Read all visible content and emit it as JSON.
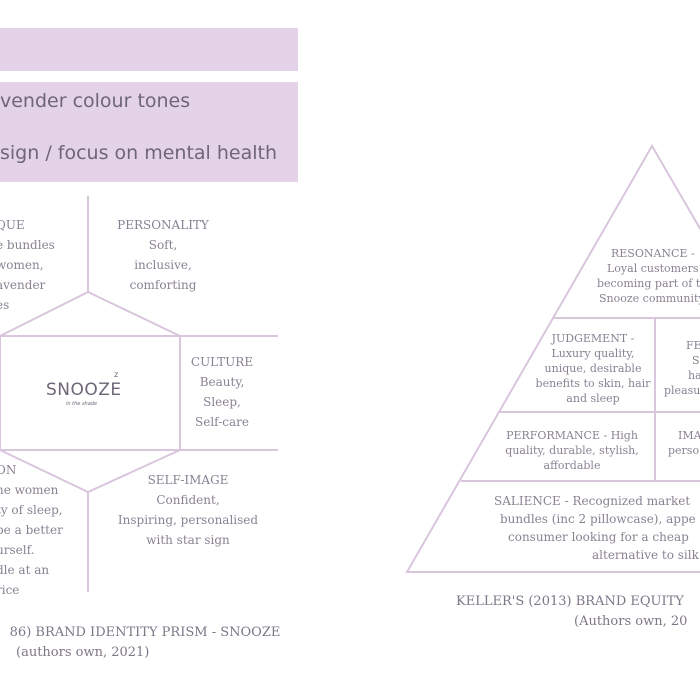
{
  "bands": {
    "line1": "vender colour tones",
    "line2": "sign / focus on mental health"
  },
  "prism": {
    "top_left": {
      "title": "QUE",
      "lines": [
        "e bundles",
        "women,",
        "avender",
        "es"
      ]
    },
    "personality": {
      "title": "PERSONALITY",
      "lines": [
        "Soft,",
        "inclusive,",
        "comforting"
      ]
    },
    "culture": {
      "title": "CULTURE",
      "lines": [
        "Beauty,",
        "Sleep,",
        "Self-care"
      ]
    },
    "self_image": {
      "title": "SELF-IMAGE",
      "lines": [
        "Confident,",
        "Inspiring, personalised",
        "with star sign"
      ]
    },
    "bottom_left": {
      "title": "ON",
      "lines": [
        "he women",
        "ty of sleep,",
        "be a better",
        "urself.",
        "dle at an",
        "rice"
      ]
    },
    "logo": {
      "name": "SNOOZE",
      "sup": "z",
      "sub": "in the shade"
    },
    "caption": [
      "86) BRAND IDENTITY PRISM - SNOOZE",
      "(authors own, 2021)"
    ]
  },
  "pyramid": {
    "resonance": [
      "RESONANCE -",
      "Loyal customers",
      "becoming part of th",
      "Snooze community"
    ],
    "judgement": [
      "JUDGEMENT -",
      "Luxury quality,",
      "unique, desirable",
      "benefits to skin, hair",
      "and sleep"
    ],
    "feelings": [
      "FE",
      "S",
      "ha",
      "pleasu"
    ],
    "performance": [
      "PERFORMANCE - High",
      "quality, durable, stylish,",
      "affordable"
    ],
    "imagery": [
      "IMA",
      "perso"
    ],
    "salience": [
      "SALIENCE - Recognized market",
      "bundles (inc 2 pillowcase), appe",
      "consumer looking for a cheap",
      "alternative to silk"
    ],
    "caption": [
      "KELLER'S (2013) BRAND EQUITY",
      "(Authors own, 20"
    ]
  },
  "colors": {
    "band": "#e4d3e8",
    "line": "#d9c6dd",
    "text": "#8a8292"
  }
}
